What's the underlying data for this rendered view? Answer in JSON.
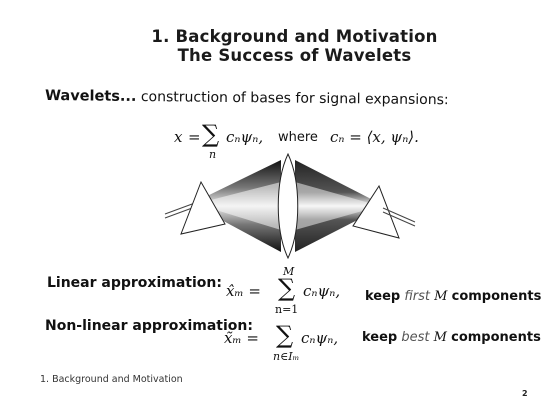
{
  "title": {
    "line1": "1. Background and Motivation",
    "line2": "The Success of Wavelets"
  },
  "intro": {
    "bold": "Wavelets...",
    "rest": " construction of bases for signal expansions:"
  },
  "expansion": {
    "x": "x",
    "equals": "=",
    "sigma": "∑",
    "index": "n",
    "term": "cₙψₙ,",
    "where": "where",
    "coefficient": "cₙ = ⟨x, ψₙ⟩."
  },
  "linear": {
    "label": "Linear approximation:",
    "lhs": "x̂ₘ =",
    "sigma": "∑",
    "upper": "M",
    "lower": "n=1",
    "term": "cₙψₙ,",
    "keep_word": "keep",
    "keep_soft": "first",
    "keep_M": "M",
    "keep_rest": "components."
  },
  "nonlinear": {
    "label": "Non-linear approximation:",
    "lhs": "x̃ₘ =",
    "sigma": "∑",
    "lower": "n∈Iₘ",
    "term": "cₙψₙ,",
    "keep_word": "keep",
    "keep_soft": "best",
    "keep_M": "M",
    "keep_rest": "components."
  },
  "footer": {
    "section": "1. Background and Motivation",
    "page": "2"
  }
}
